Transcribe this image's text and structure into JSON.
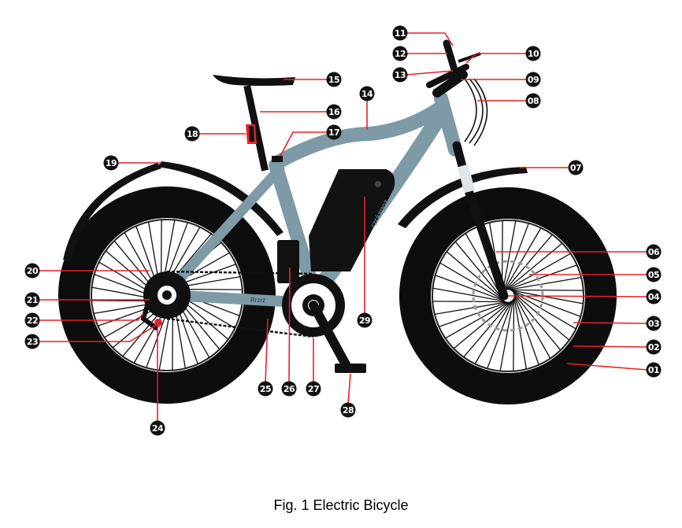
{
  "caption": "Fig. 1 Electric Bicycle",
  "frame_text": "rzráapoz",
  "chainstay_text": "Rrzrz",
  "colors": {
    "frame": "#7d9aa6",
    "tire": "#0d0d0d",
    "leader": "#e8202a",
    "badge": "#111111"
  },
  "callouts": [
    "01",
    "02",
    "03",
    "04",
    "05",
    "06",
    "07",
    "08",
    "09",
    "10",
    "11",
    "12",
    "13",
    "14",
    "15",
    "16",
    "17",
    "18",
    "19",
    "20",
    "21",
    "22",
    "23",
    "24",
    "25",
    "26",
    "27",
    "28",
    "29"
  ]
}
